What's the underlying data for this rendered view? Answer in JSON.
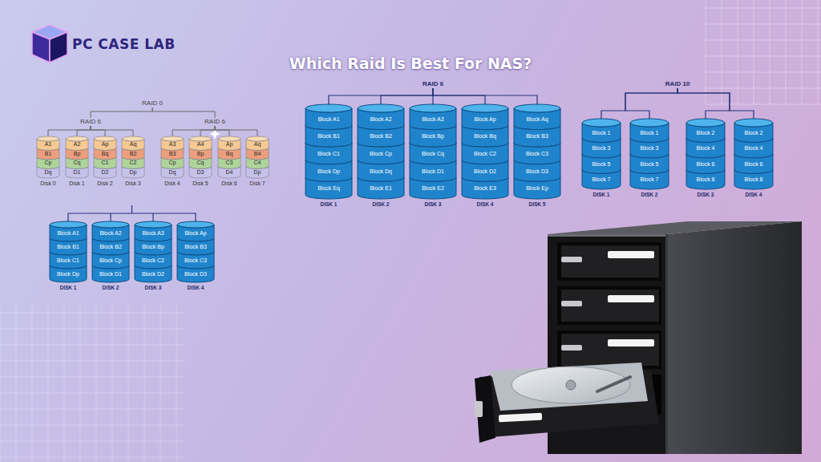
{
  "diagram": {
    "title": "Which Raid Is Best For NAS?",
    "nodes": [
      {
        "text": [
          "RAID 0"
        ]
      },
      {
        "text": [
          "RAID 6"
        ]
      },
      {
        "text": [
          "RAID 6"
        ]
      },
      {
        "text": [
          "A1",
          "B1",
          "Cp",
          "Dq",
          "Disk 0"
        ]
      },
      {
        "text": [
          "A2",
          "Bp",
          "Cq",
          "D1",
          "Disk 1"
        ]
      },
      {
        "text": [
          "Ap",
          "Bq",
          "C1",
          "D2",
          "Disk 2"
        ]
      },
      {
        "text": [
          "Aq",
          "B2",
          "C2",
          "Dp",
          "Disk 3"
        ]
      },
      {
        "text": [
          "A3",
          "B3",
          "Cp",
          "Dq",
          "Disk 4"
        ]
      },
      {
        "text": [
          "A4",
          "Bp",
          "Cq",
          "D3",
          "Disk 5"
        ]
      },
      {
        "text": [
          "Ap",
          "Bq",
          "C3",
          "D4",
          "Disk 6"
        ]
      },
      {
        "text": [
          "Aq",
          "B4",
          "C4",
          "Dp",
          "Disk 7"
        ]
      },
      {
        "text": [
          "RAID 6"
        ]
      },
      {
        "text": [
          "Block A1",
          "Block B1",
          "Block C1",
          "Block Dp",
          "Block Eq",
          "DISK 1"
        ]
      },
      {
        "text": [
          "Block A2",
          "Block B2",
          "Block Cp",
          "Block Dq",
          "Block E1",
          "DISK 2"
        ]
      },
      {
        "text": [
          "Block A3",
          "Block Bp",
          "Block Cq",
          "Block D1",
          "Block E2",
          "DISK 3"
        ]
      },
      {
        "text": [
          "Block Ap",
          "Block Bq",
          "Block C2",
          "Block D2",
          "Block E3",
          "DISK 4"
        ]
      },
      {
        "text": [
          "Block Aq",
          "Block B3",
          "Block C3",
          "Block D3",
          "Block Ep",
          "DISK 5"
        ]
      },
      {
        "text": [
          "RAID 10"
        ]
      },
      {
        "text": [
          "Block 1",
          "Block 3",
          "Block 5",
          "Block 7",
          "DISK 1"
        ]
      },
      {
        "text": [
          "Block 1",
          "Block 3",
          "Block 5",
          "Block 7",
          "DISK 2"
        ]
      },
      {
        "text": [
          "Block 2",
          "Block 4",
          "Block 6",
          "Block 8",
          "DISK 3"
        ]
      },
      {
        "text": [
          "Block 2",
          "Block 4",
          "Block 6",
          "Block 8",
          "DISK 4"
        ]
      },
      {
        "text": [
          "Block A1",
          "Block B1",
          "Block C1",
          "Block Dp",
          "DISK 1"
        ]
      },
      {
        "text": [
          "Block A2",
          "Block B2",
          "Block Cp",
          "Block D1",
          "DISK 2"
        ]
      },
      {
        "text": [
          "Block A3",
          "Block Bp",
          "Block C2",
          "Block D2",
          "DISK 3"
        ]
      },
      {
        "text": [
          "Block Ap",
          "Block B3",
          "Block C3",
          "Block D3",
          "DISK 4"
        ]
      }
    ],
    "edges": [
      {
        "from": 0,
        "to": 1,
        "arrow": "none"
      },
      {
        "from": 0,
        "to": 2,
        "arrow": "none"
      },
      {
        "from": 1,
        "to": 3,
        "arrow": "none"
      },
      {
        "from": 1,
        "to": 4,
        "arrow": "none"
      },
      {
        "from": 1,
        "to": 5,
        "arrow": "none"
      },
      {
        "from": 1,
        "to": 6,
        "arrow": "none"
      },
      {
        "from": 2,
        "to": 7,
        "arrow": "none"
      },
      {
        "from": 2,
        "to": 8,
        "arrow": "none"
      },
      {
        "from": 2,
        "to": 9,
        "arrow": "none"
      },
      {
        "from": 2,
        "to": 10,
        "arrow": "none"
      },
      {
        "from": 11,
        "to": 12,
        "arrow": "none"
      },
      {
        "from": 11,
        "to": 13,
        "arrow": "none"
      },
      {
        "from": 11,
        "to": 14,
        "arrow": "none"
      },
      {
        "from": 11,
        "to": 15,
        "arrow": "none"
      },
      {
        "from": 11,
        "to": 16,
        "arrow": "none"
      },
      {
        "from": 17,
        "to": 18,
        "arrow": "none"
      },
      {
        "from": 17,
        "to": 19,
        "arrow": "none"
      },
      {
        "from": 17,
        "to": 20,
        "arrow": "none"
      },
      {
        "from": 17,
        "to": 21,
        "arrow": "none"
      }
    ],
    "labels": [
      "PC CASE LAB"
    ]
  }
}
